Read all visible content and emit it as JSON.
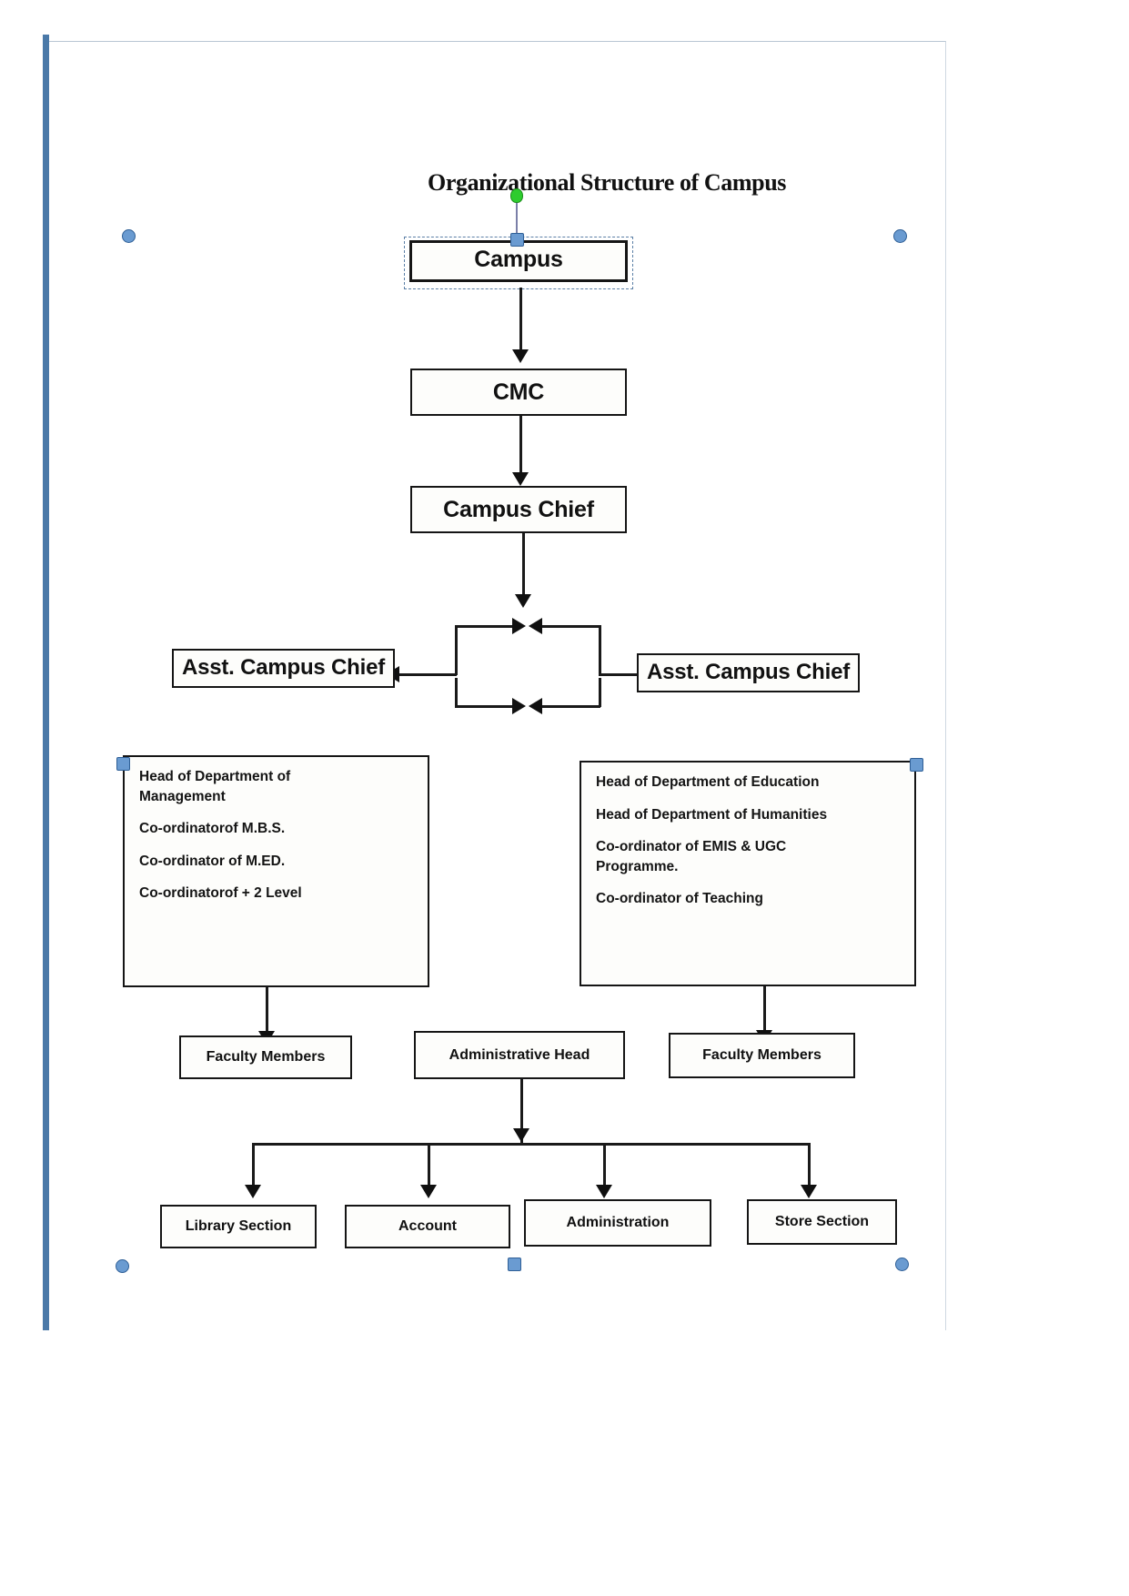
{
  "title": "Organizational Structure of Campus",
  "nodes": {
    "campus": "Campus",
    "cmc": "CMC",
    "campus_chief": "Campus Chief",
    "asst_left": "Asst. Campus Chief",
    "asst_right": "Asst. Campus Chief",
    "faculty_left": "Faculty Members",
    "faculty_right": "Faculty Members",
    "admin_head": "Administrative Head",
    "library": "Library Section",
    "account": "Account",
    "administration": "Administration",
    "store": "Store Section"
  },
  "left_panel": {
    "lines": [
      "Head of Department of",
      "Management",
      " Co-ordinatorof  M.B.S.",
      "Co-ordinator of M.ED.",
      " Co-ordinatorof  + 2 Level"
    ]
  },
  "right_panel": {
    "lines": [
      "Head of Department of Education",
      "Head of Department of Humanities",
      "Co-ordinator of EMIS & UGC",
      "Programme.",
      "Co-ordinator of  Teaching"
    ]
  },
  "selection": {
    "handle_color": "#6a9bd1",
    "rotate_color": "#2ecc2e",
    "dash_color": "#5b7fa6"
  }
}
